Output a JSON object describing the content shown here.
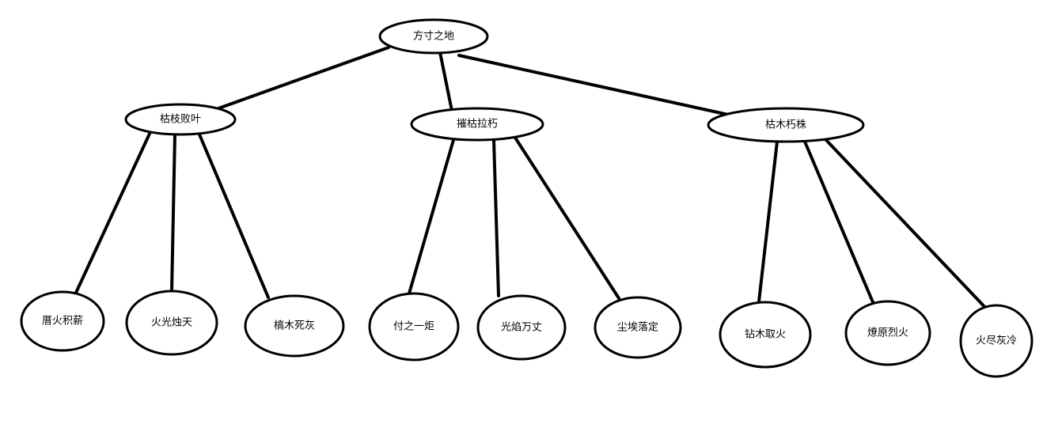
{
  "tree": {
    "root": {
      "id": "root",
      "label": "方寸之地",
      "children": [
        {
          "id": "c1",
          "label": "枯枝败叶",
          "children": [
            {
              "id": "c1-1",
              "label": "厝火积薪"
            },
            {
              "id": "c1-2",
              "label": "火光烛天"
            },
            {
              "id": "c1-3",
              "label": "槁木死灰"
            }
          ]
        },
        {
          "id": "c2",
          "label": "摧枯拉朽",
          "children": [
            {
              "id": "c2-1",
              "label": "付之一炬"
            },
            {
              "id": "c2-2",
              "label": "光焰万丈"
            },
            {
              "id": "c2-3",
              "label": "尘埃落定"
            }
          ]
        },
        {
          "id": "c3",
          "label": "枯木朽株",
          "children": [
            {
              "id": "c3-1",
              "label": "钻木取火"
            },
            {
              "id": "c3-2",
              "label": "燎原烈火"
            },
            {
              "id": "c3-3",
              "label": "火尽灰冷"
            }
          ]
        }
      ]
    }
  },
  "colors": {
    "stroke": "#000000",
    "fill": "#ffffff",
    "text": "#000000"
  }
}
